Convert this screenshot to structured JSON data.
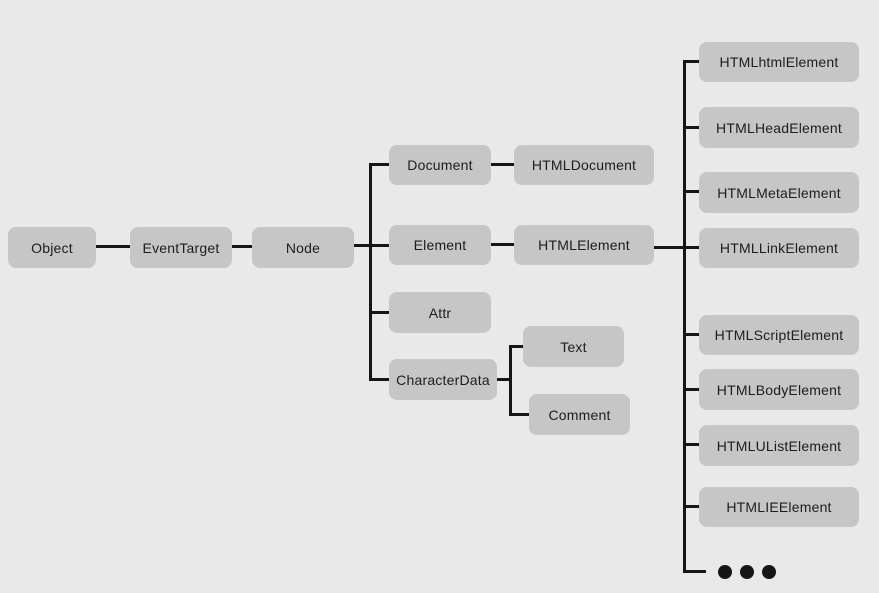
{
  "colors": {
    "background": "#e9e9e9",
    "box": "#c6c6c6",
    "line": "#151515",
    "text": "#1d1d1d"
  },
  "nodes": [
    {
      "id": "object",
      "label": "Object"
    },
    {
      "id": "eventtarget",
      "label": "EventTarget"
    },
    {
      "id": "node",
      "label": "Node"
    },
    {
      "id": "document",
      "label": "Document"
    },
    {
      "id": "htmldocument",
      "label": "HTMLDocument"
    },
    {
      "id": "element",
      "label": "Element"
    },
    {
      "id": "htmlelement",
      "label": "HTMLElement"
    },
    {
      "id": "attr",
      "label": "Attr"
    },
    {
      "id": "characterdata",
      "label": "CharacterData"
    },
    {
      "id": "text",
      "label": "Text"
    },
    {
      "id": "comment",
      "label": "Comment"
    },
    {
      "id": "htmlhtmlelement",
      "label": "HTMLhtmlElement"
    },
    {
      "id": "htmlheadelement",
      "label": "HTMLHeadElement"
    },
    {
      "id": "htmlmetaelement",
      "label": "HTMLMetaElement"
    },
    {
      "id": "htmllinkelement",
      "label": "HTMLLinkElement"
    },
    {
      "id": "htmlscriptelement",
      "label": "HTMLScriptElement"
    },
    {
      "id": "htmlbodyelement",
      "label": "HTMLBodyElement"
    },
    {
      "id": "htmlulistelement",
      "label": "HTMLUListElement"
    },
    {
      "id": "htmlieelement",
      "label": "HTMLIEElement"
    }
  ],
  "ellipsis": {
    "dot_count": 3
  }
}
